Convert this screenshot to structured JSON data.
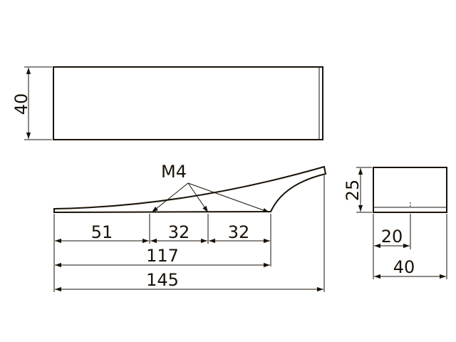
{
  "drawing": {
    "top_view": {
      "height_label": "40"
    },
    "side_view": {
      "thread_label": "M4",
      "dim_51": "51",
      "dim_32a": "32",
      "dim_32b": "32",
      "dim_117": "117",
      "dim_145": "145"
    },
    "end_view": {
      "height_label": "25",
      "dim_20": "20",
      "dim_40": "40"
    },
    "colors": {
      "line": "#1a1208",
      "background": "#ffffff"
    }
  }
}
